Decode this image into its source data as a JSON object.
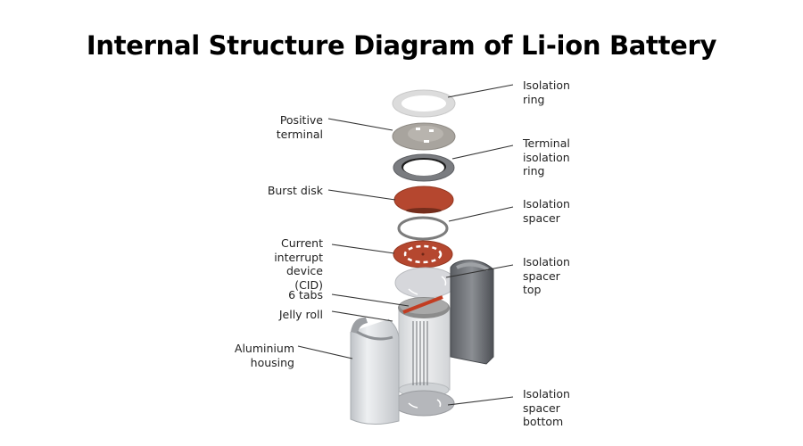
{
  "title": "Internal Structure Diagram of Li-ion Battery",
  "labels": {
    "left": [
      {
        "id": "positive-terminal",
        "lines": [
          "Positive",
          "terminal"
        ]
      },
      {
        "id": "burst-disk",
        "lines": [
          "Burst disk"
        ]
      },
      {
        "id": "cid",
        "lines": [
          "Current",
          "interrupt",
          "device",
          "(CID)"
        ]
      },
      {
        "id": "six-tabs",
        "lines": [
          "6 tabs"
        ]
      },
      {
        "id": "jelly-roll",
        "lines": [
          "Jelly roll"
        ]
      },
      {
        "id": "aluminium-housing",
        "lines": [
          "Aluminium",
          "housing"
        ]
      }
    ],
    "right": [
      {
        "id": "isolation-ring",
        "lines": [
          "Isolation",
          "ring"
        ]
      },
      {
        "id": "terminal-isolation-ring",
        "lines": [
          "Terminal",
          "isolation",
          "ring"
        ]
      },
      {
        "id": "isolation-spacer",
        "lines": [
          "Isolation",
          "spacer"
        ]
      },
      {
        "id": "isolation-spacer-top",
        "lines": [
          "Isolation",
          "spacer",
          "top"
        ]
      },
      {
        "id": "isolation-spacer-bottom",
        "lines": [
          "Isolation",
          "spacer",
          "bottom"
        ]
      }
    ]
  },
  "colors": {
    "burst_disk": "#b5472f",
    "cid": "#b5472f",
    "terminal": "#a7a39d",
    "isolation_ring": "#d8d8d8",
    "housing": "#d9dcdf",
    "housing_dark": "#6c6f74",
    "callout_line": "#333333"
  }
}
